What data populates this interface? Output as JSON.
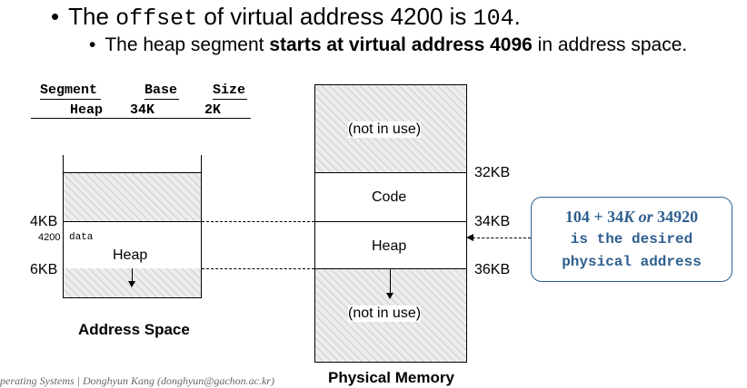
{
  "bullets": {
    "line1_prefix": "The ",
    "line1_code": "offset",
    "line1_middle": " of virtual address 4200 is ",
    "line1_value": "104",
    "line1_suffix": ".",
    "line2_prefix": "The heap segment ",
    "line2_bold": "starts at virtual address 4096",
    "line2_suffix": " in address space."
  },
  "segment_table": {
    "headers": [
      "Segment",
      "Base",
      "Size"
    ],
    "row": [
      "Heap",
      "34K",
      "2K"
    ]
  },
  "address_space": {
    "label_4kb": "4KB",
    "label_6kb": "6KB",
    "addr_4200": "4200",
    "data_label": "data",
    "heap_label": "Heap",
    "caption": "Address Space"
  },
  "physical_memory": {
    "top_label": "(not in use)",
    "code_label": "Code",
    "heap_label": "Heap",
    "bottom_label": "(not in use)",
    "mark_32kb": "32KB",
    "mark_34kb": "34KB",
    "mark_36kb": "36KB",
    "caption": "Physical Memory"
  },
  "note": {
    "line1_a": "104 + 34",
    "line1_k": "K",
    "line1_or": " or ",
    "line1_b": "34920",
    "line2": "is the desired",
    "line3": "physical address"
  },
  "footer": {
    "text": "perating Systems | Donghyun Kang (donghyun@gachon.ac.kr)"
  },
  "colors": {
    "note_blue": "#2e5f8e",
    "hatch": "#cfcfcf"
  }
}
